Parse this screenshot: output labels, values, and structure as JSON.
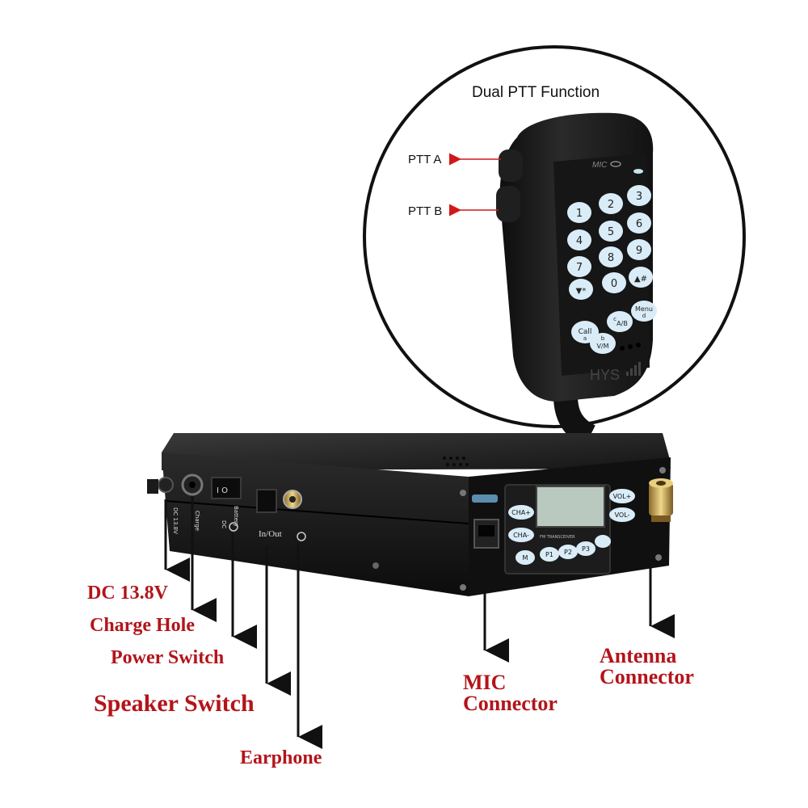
{
  "callout": {
    "title": "Dual PTT Function",
    "ptt_a": "PTT A",
    "ptt_b": "PTT B"
  },
  "microphone": {
    "mic_text": "MIC",
    "brand": "HYS",
    "keys": [
      "1",
      "2",
      "3",
      "4",
      "5",
      "6",
      "7",
      "8",
      "9",
      "▼*",
      "0",
      "▲#"
    ],
    "fn_keys": {
      "call": "Call",
      "call_sub": "a",
      "vm_top": "b",
      "vm": "V/M",
      "ab": "A/B",
      "ab_sub": "c",
      "menu": "Menu",
      "menu_sub": "d"
    }
  },
  "radio": {
    "panel_labels": {
      "dc": "DC 13.8V",
      "charge": "Charge",
      "battery": "Battery",
      "dc2": "DC",
      "in_out": "In/Out"
    },
    "front_buttons": {
      "cha_up": "CHA+",
      "cha_down": "CHA-",
      "vol_up": "VOL+",
      "vol_down": "VOL-",
      "m": "M",
      "p1": "P1",
      "p2": "P2",
      "p3": "P3",
      "small_text": "FM TRANSCEIVER"
    }
  },
  "labels": {
    "dc": "DC 13.8V",
    "charge_hole": "Charge Hole",
    "power_switch": "Power Switch",
    "speaker_switch": "Speaker Switch",
    "earphone": "Earphone",
    "mic_connector_1": "MIC",
    "mic_connector_2": "Connector",
    "antenna_connector_1": "Antenna",
    "antenna_connector_2": "Connector"
  },
  "colors": {
    "label_red": "#b3141a",
    "arrow_red": "#d01818",
    "keypad_blue": "#d9ecf7",
    "body_black": "#1a1a1a"
  }
}
